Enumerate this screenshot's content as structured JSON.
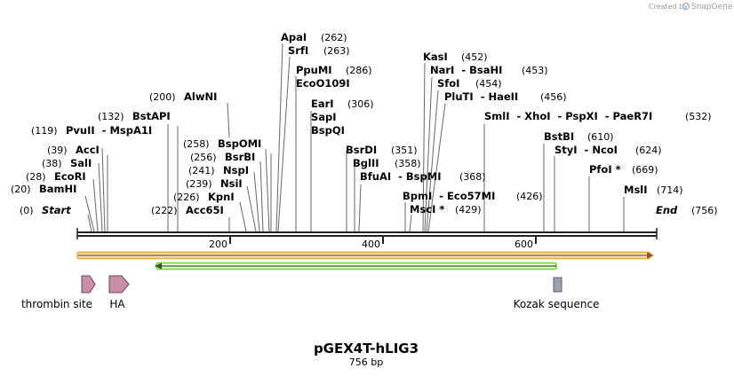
{
  "credit": {
    "created_by": "Created by",
    "brand": "SnapGene"
  },
  "plasmid": {
    "name": "pGEX4T-hLIG3",
    "length_label": "756 bp",
    "length": 756
  },
  "scale_ticks": [
    "200",
    "400",
    "600"
  ],
  "ends": {
    "start_label": "Start",
    "start_pos": "(0)",
    "end_label": "End",
    "end_pos": "(756)"
  },
  "sites": [
    {
      "id": "bamhi",
      "text": "BamHI",
      "pos": "(20)"
    },
    {
      "id": "ecori",
      "text": "EcoRI",
      "pos": "(28)"
    },
    {
      "id": "sali",
      "text": "SalI",
      "pos": "(38)"
    },
    {
      "id": "acci",
      "text": "AccI",
      "pos": "(39)"
    },
    {
      "id": "pvuii",
      "text": "PvuII  - MspA1I",
      "pos": "(119)"
    },
    {
      "id": "bstapi",
      "text": "BstAPI",
      "pos": "(132)"
    },
    {
      "id": "alwni",
      "text": "AlwNI",
      "pos": "(200)"
    },
    {
      "id": "acc65i",
      "text": "Acc65I",
      "pos": "(222)"
    },
    {
      "id": "kpni",
      "text": "KpnI",
      "pos": "(226)"
    },
    {
      "id": "nsii",
      "text": "NsiI",
      "pos": "(239)"
    },
    {
      "id": "nspi",
      "text": "NspI",
      "pos": "(241)"
    },
    {
      "id": "bsrbi",
      "text": "BsrBI",
      "pos": "(256)"
    },
    {
      "id": "bspomi",
      "text": "BspOMI",
      "pos": "(258)"
    },
    {
      "id": "apai",
      "text": "ApaI",
      "pos": "(262)"
    },
    {
      "id": "srfi",
      "text": "SrfI",
      "pos": "(263)"
    },
    {
      "id": "ppumi",
      "text": "PpuMI",
      "pos": "(286)"
    },
    {
      "id": "eco0109i",
      "text": "EcoO109I",
      "pos": ""
    },
    {
      "id": "eari",
      "text": "EarI",
      "pos": "(306)"
    },
    {
      "id": "sapi",
      "text": "SapI",
      "pos": ""
    },
    {
      "id": "bspqi",
      "text": "BspQI",
      "pos": ""
    },
    {
      "id": "bsrdi",
      "text": "BsrDI",
      "pos": "(351)"
    },
    {
      "id": "bglii",
      "text": "BglII",
      "pos": "(358)"
    },
    {
      "id": "bfuai",
      "text": "BfuAI  - BspMI",
      "pos": "(368)"
    },
    {
      "id": "kasi",
      "text": "KasI",
      "pos": "(452)"
    },
    {
      "id": "nari",
      "text": "NarI  - BsaHI",
      "pos": "(453)"
    },
    {
      "id": "sfoi",
      "text": "SfoI",
      "pos": "(454)"
    },
    {
      "id": "pluti",
      "text": "PluTI  - HaeII",
      "pos": "(456)"
    },
    {
      "id": "bpmi",
      "text": "BpmI  - Eco57MI",
      "pos": "(426)"
    },
    {
      "id": "msci",
      "text": "MscI *",
      "pos": "(429)"
    },
    {
      "id": "smli",
      "text": "SmlI  - XhoI  - PspXI  - PaeR7I",
      "pos": "(532)"
    },
    {
      "id": "bstbi",
      "text": "BstBI",
      "pos": "(610)"
    },
    {
      "id": "styi",
      "text": "StyI  - NcoI",
      "pos": "(624)"
    },
    {
      "id": "pfoi",
      "text": "PfoI *",
      "pos": "(669)"
    },
    {
      "id": "msli",
      "text": "MslI",
      "pos": "(714)"
    }
  ],
  "features": [
    {
      "id": "thrombin",
      "label": "thrombin site",
      "color": "#c98fa8"
    },
    {
      "id": "ha",
      "label": "HA",
      "color": "#c98fa8"
    },
    {
      "id": "kozak",
      "label": "Kozak sequence",
      "color": "#9aa3ad"
    }
  ],
  "colors": {
    "backbone": "#222222",
    "orf_outline": "#e8a33a",
    "orf_inner": "#b47a2a",
    "orf_green": "#6fd12f"
  }
}
